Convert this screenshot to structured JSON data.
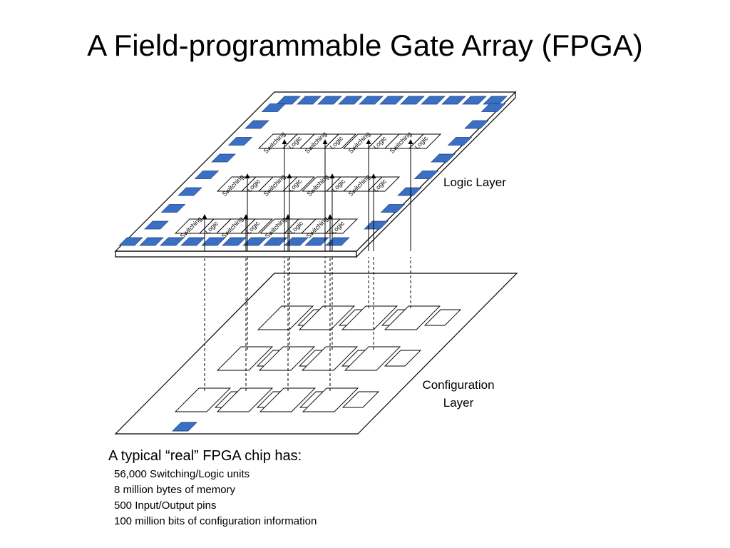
{
  "slide": {
    "title": "A Field-programmable Gate Array (FPGA)"
  },
  "diagram": {
    "logic_layer_label": "Logic Layer",
    "configuration_layer_label_line1": "Configuration",
    "configuration_layer_label_line2": "Layer",
    "cell_left_label": "Switching",
    "cell_right_label": "Logic",
    "pin_color": "#3a6fc4",
    "pin_stroke_color": "#1f3f80",
    "line_color": "#000000"
  },
  "notes": {
    "heading": "A typical “real” FPGA chip has:",
    "items": [
      "56,000 Switching/Logic units",
      "8 million bytes of memory",
      "500 Input/Output pins",
      "100 million bits of configuration information"
    ]
  }
}
